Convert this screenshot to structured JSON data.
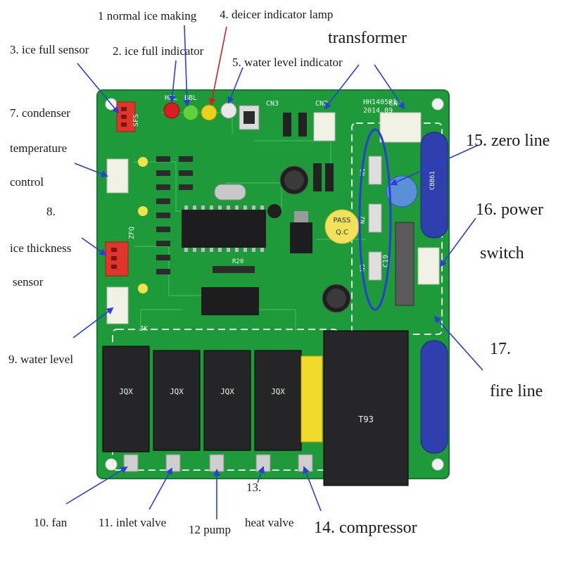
{
  "labels": {
    "l1": "1 normal ice making",
    "l2": "2. ice full indicator",
    "l3": "3. ice full sensor",
    "l4": "4. deicer indicator lamp",
    "l5": "5. water level indicator",
    "l_transformer": "transformer",
    "l7a": "7. condenser",
    "l7b": "temperature",
    "l7c": "control",
    "l8a": "8.",
    "l8b": "ice thickness",
    "l8c": "sensor",
    "l9": "9. water level",
    "l10": "10. fan",
    "l11": "11. inlet valve",
    "l12": "12 pump",
    "l13a": "13.",
    "l13b": "heat valve",
    "l14": "14. compressor",
    "l15": "15. zero line",
    "l16a": "16. power",
    "l16b": "switch",
    "l17a": "17.",
    "l17b": "fire line"
  },
  "board": {
    "model": "HH1405R1",
    "date": "2014.09",
    "pass_stamp_top": "PASS",
    "pass_stamp_bottom": "Q.C",
    "connector_cn1": "CN1",
    "connector_cn2": "CN2",
    "connector_cn3": "CN3",
    "silk_hbl": "HBL",
    "silk_bbl": "BBL",
    "silk_sfs": "SFS",
    "silk_zfq": "ZFQ",
    "silk_jk": "JK",
    "silk_c19": "C19",
    "silk_r20": "R20",
    "silk_n1": "N1",
    "silk_n2": "N2",
    "silk_n3": "N3",
    "relay_text": "JQX",
    "compressor_relay_text": "T93",
    "fuse_text": "CBB61"
  },
  "colors": {
    "background": "#ffffff",
    "pcb": "#1e9a3a",
    "pcb_dark": "#14792b",
    "arrow": "#2a3fd6",
    "highlight": "#2a3fd6",
    "relay": "#252528",
    "capacitor_blue": "#2f3fae",
    "connector_red": "#e0352b",
    "led_red": "#d81e1e",
    "led_green": "#5fd23a",
    "led_yellow": "#e8d21e"
  }
}
